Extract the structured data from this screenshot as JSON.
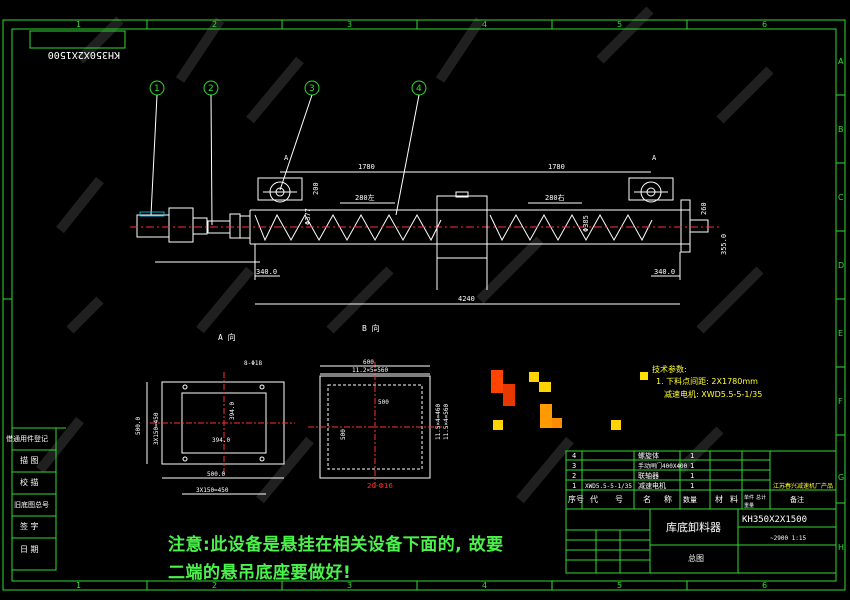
{
  "border_col_numbers": [
    "1",
    "2",
    "3",
    "4",
    "5",
    "6"
  ],
  "border_row_letters": [
    "A",
    "B",
    "C",
    "D",
    "E",
    "F",
    "G",
    "H"
  ],
  "mirrored_code": "KH350X2X1500",
  "balloons": [
    "1",
    "2",
    "3",
    "4"
  ],
  "dims": {
    "span_left": "1780",
    "span_right": "1780",
    "pitch_left": "280左",
    "pitch_right": "280右",
    "left_end": "340.0",
    "right_end": "340.0",
    "total_length": "4240",
    "height_right": "355.0",
    "height_right2": "260",
    "flange_small": "200",
    "screw_dia": "Φ377",
    "screw_dia_right": "Φ385",
    "section_mark": "A"
  },
  "view_a": {
    "title": "A 向",
    "dims": [
      "500.0",
      "3X150=450",
      "394.0",
      "500.0",
      "3X150=450",
      "8-Φ18",
      "394.0"
    ]
  },
  "view_b": {
    "title": "B 向",
    "dims": [
      "600",
      "11.2×5=560",
      "500",
      "500",
      "11.5×4=460",
      "11.5×4=560",
      "20-Φ16"
    ]
  },
  "tech": {
    "title": "技术参数:",
    "line1": "1. 下料点间距: 2X1780mm",
    "line2": "减速电机: XWD5.5-5-1/35"
  },
  "bom": {
    "rows": [
      {
        "no": "4",
        "name": "螺旋体",
        "qty": "1"
      },
      {
        "no": "3",
        "name": "手动闸门400X400",
        "qty": "1"
      },
      {
        "no": "2",
        "name": "联轴器",
        "qty": "1"
      },
      {
        "no": "1",
        "code": "XWD5.5-5-1/35",
        "name": "减速电机",
        "qty": "1"
      }
    ],
    "header": [
      "序号",
      "代",
      "号",
      "名",
      "称",
      "数量",
      "材",
      "料",
      "单件",
      "总计",
      "重量",
      "备注"
    ],
    "company": "江苏春兴减速机厂产品"
  },
  "title_block": {
    "drawing_name": "库底卸料器",
    "model": "KH350X2X1500",
    "scale_row": "~2900 1:15",
    "sheet": "总图"
  },
  "left_stamp": [
    "借通用件登记",
    "描 图",
    "校 描",
    "旧底图总号",
    "签 字",
    "日 期"
  ],
  "note_line1": "注意:此设备是悬挂在相关设备下面的, 故要",
  "note_line2": "二端的悬吊底座要做好!",
  "colors": {
    "frame": "#2fdc2f",
    "drawing": "#ffffff",
    "text_yellow": "#ffff33",
    "note": "#4cf24c",
    "center": "#ff3030",
    "watermark": "#3a3a3a"
  },
  "color_blocks": [
    "#ff4400",
    "#ffd400",
    "#ff9a00",
    "#e63800",
    "#ffe000",
    "#ff8c00"
  ]
}
